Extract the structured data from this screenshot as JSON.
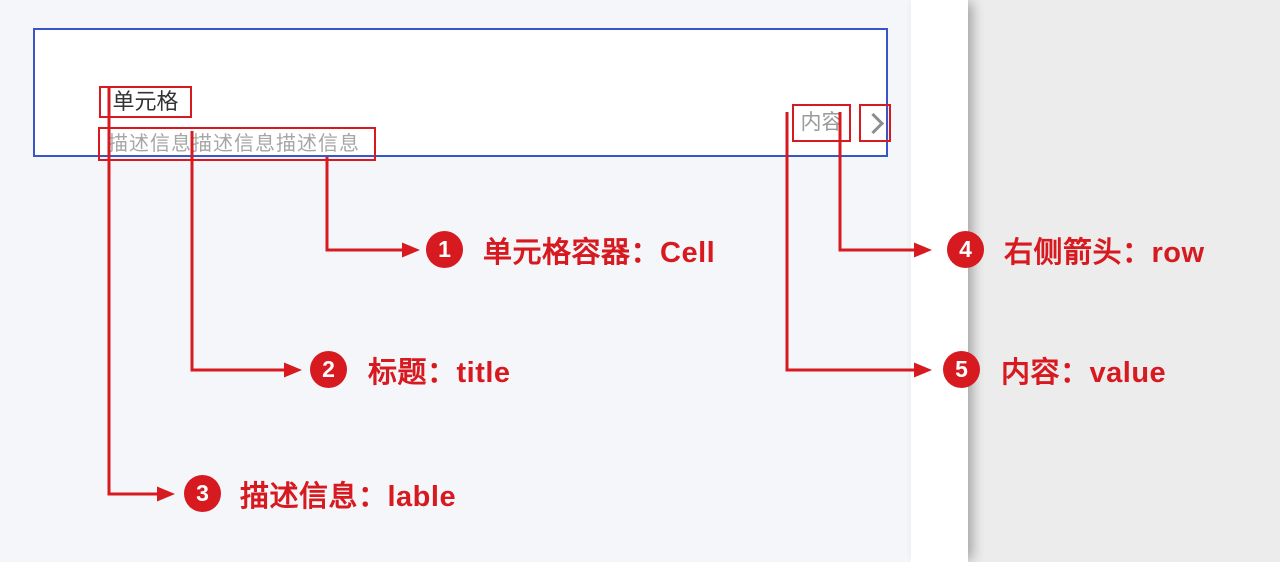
{
  "cell": {
    "title": "单元格",
    "description": "描述信息描述信息描述信息",
    "value": "内容",
    "arrow_icon": "chevron-right"
  },
  "annotations": [
    {
      "num": "1",
      "label": "单元格容器：Cell"
    },
    {
      "num": "2",
      "label": "标题：title"
    },
    {
      "num": "3",
      "label": "描述信息：lable"
    },
    {
      "num": "4",
      "label": "右侧箭头：row"
    },
    {
      "num": "5",
      "label": "内容：value"
    }
  ],
  "colors": {
    "annotation_red": "#d71920",
    "cell_border_blue": "#3a55c8",
    "content_background": "#f4f6f9",
    "panel_background": "#ececec",
    "title_text": "#333333",
    "muted_text": "#a6a6a6"
  }
}
